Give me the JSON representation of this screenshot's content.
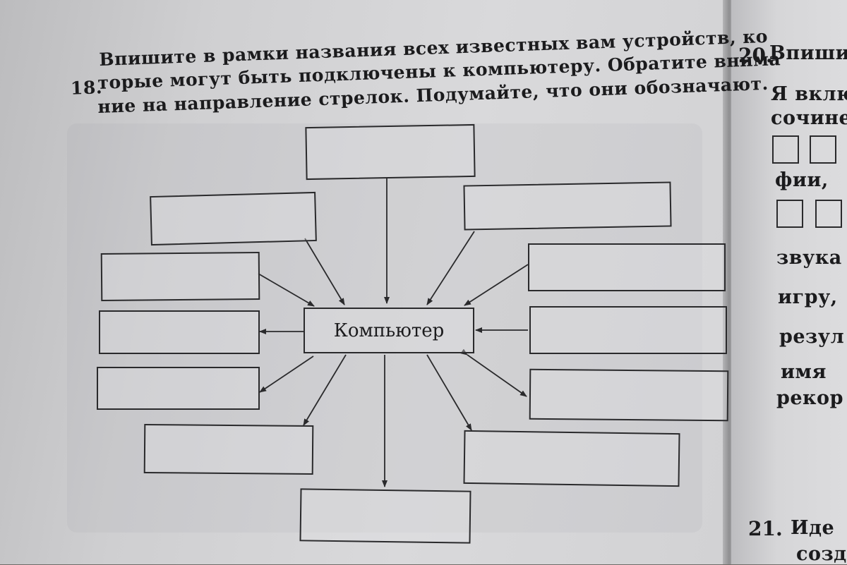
{
  "task18": {
    "number": "18.",
    "lines": [
      "Впишите в рамки названия всех известных вам устройств, ко",
      "торые могут быть подключены к компьютеру. Обратите внима",
      "ние на направление стрелок. Подумайте, что они обозначают."
    ]
  },
  "diagram": {
    "center_label": "Компьютер"
  },
  "right_page": {
    "task20_number": "20.",
    "task20_title": "Впиши",
    "lines": [
      "Я вклю",
      "сочине",
      "фии,",
      "звука",
      "игру,",
      "резул",
      "имя",
      "рекор"
    ],
    "task21_number": "21.",
    "task21_title": "Иде",
    "task21_line": "созд"
  }
}
